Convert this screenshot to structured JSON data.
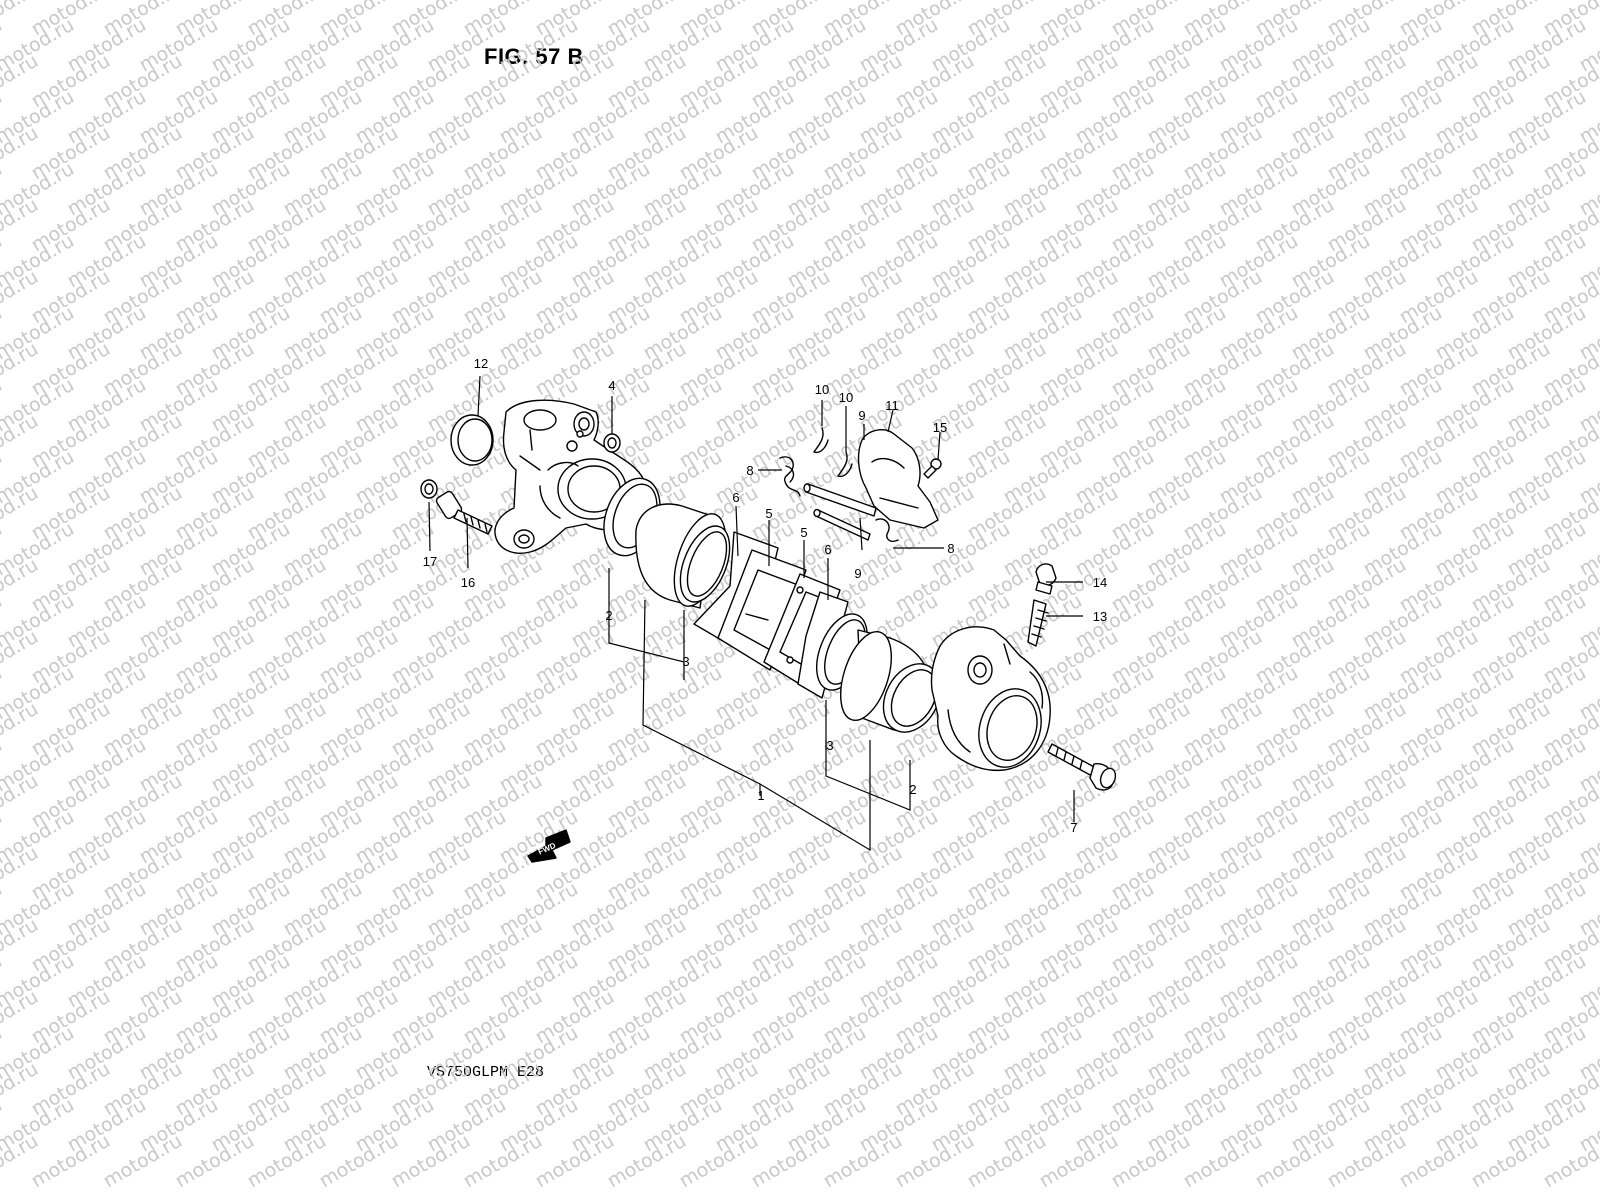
{
  "figure": {
    "title": "FIG. 57 B",
    "model_code": "VS750GLPM  E28"
  },
  "watermark": {
    "text": "motod.ru",
    "color": "#c8c8c8"
  },
  "fwd_arrow": {
    "label": "FWD"
  },
  "callouts": [
    {
      "id": "c1",
      "label": "1"
    },
    {
      "id": "c2a",
      "label": "2"
    },
    {
      "id": "c2b",
      "label": "2"
    },
    {
      "id": "c3a",
      "label": "3"
    },
    {
      "id": "c3b",
      "label": "3"
    },
    {
      "id": "c4",
      "label": "4"
    },
    {
      "id": "c5a",
      "label": "5"
    },
    {
      "id": "c5b",
      "label": "5"
    },
    {
      "id": "c6a",
      "label": "6"
    },
    {
      "id": "c6b",
      "label": "6"
    },
    {
      "id": "c7",
      "label": "7"
    },
    {
      "id": "c8a",
      "label": "8"
    },
    {
      "id": "c8b",
      "label": "8"
    },
    {
      "id": "c9a",
      "label": "9"
    },
    {
      "id": "c9b",
      "label": "9"
    },
    {
      "id": "c10a",
      "label": "10"
    },
    {
      "id": "c10b",
      "label": "10"
    },
    {
      "id": "c11",
      "label": "11"
    },
    {
      "id": "c12",
      "label": "12"
    },
    {
      "id": "c13",
      "label": "13"
    },
    {
      "id": "c14",
      "label": "14"
    },
    {
      "id": "c15",
      "label": "15"
    },
    {
      "id": "c16",
      "label": "16"
    },
    {
      "id": "c17",
      "label": "17"
    }
  ]
}
